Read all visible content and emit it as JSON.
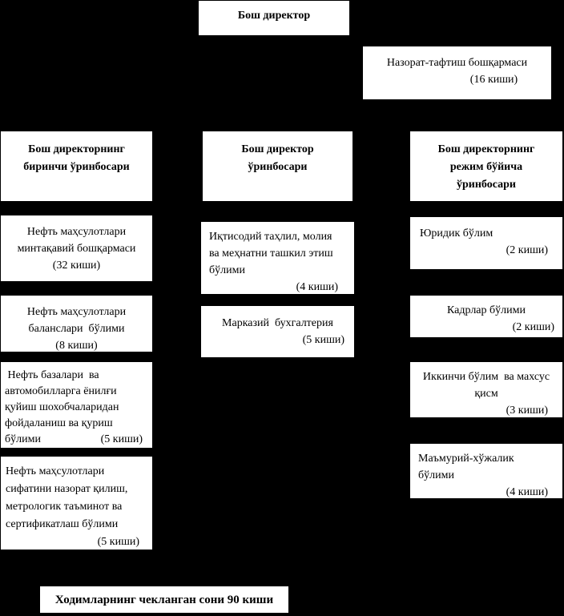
{
  "page": {
    "background": "#000000",
    "box_background": "#ffffff",
    "text_color": "#000000"
  },
  "org": {
    "director": {
      "title": "Бош директор"
    },
    "audit": {
      "name": "Назорат-тафтиш бошқармаси",
      "count": "(16 киши)"
    },
    "deputy_first": {
      "lines": [
        "Бош директорнинг",
        "биринчи ўринбосари"
      ]
    },
    "deputy_general": {
      "lines": [
        "Бош директор",
        "ўринбосари"
      ]
    },
    "deputy_regime": {
      "lines": [
        "Бош директорнинг",
        "режим бўйича",
        "ўринбосари"
      ]
    },
    "left": [
      {
        "lines": [
          "Нефть маҳсулотлари",
          "минтақавий бошқармаси",
          "(32 киши)"
        ]
      },
      {
        "lines": [
          "Нефть маҳсулотлари",
          "баланслари  бўлими",
          "(8 киши)"
        ]
      },
      {
        "lines": [
          " Нефть базалари  ва",
          "автомобилларга ёнилғи",
          "қуйиш шохобчаларидан",
          "фойдаланиш ва қуриш"
        ],
        "tail": "бўлими",
        "count": "(5 киши)"
      },
      {
        "lines": [
          "Нефть маҳсулотлари",
          "сифатини назорат қилиш,",
          "метрологик таъминот ва",
          "сертификатлаш бўлими"
        ],
        "count": "(5 киши)"
      }
    ],
    "middle": [
      {
        "lines": [
          "Иқтисодий таҳлил, молия",
          "ва меҳнатни ташкил этиш",
          "бўлими"
        ],
        "count": "(4 киши)"
      },
      {
        "name": "Марказий  бухгалтерия",
        "count": "(5 киши)"
      }
    ],
    "right": [
      {
        "name": "Юридик бўлим",
        "count": "(2 киши)"
      },
      {
        "name": "Кадрлар бўлими",
        "count": "(2 киши)"
      },
      {
        "lines": [
          "Иккинчи бўлим  ва махсус",
          "қисм"
        ],
        "count": "(3 киши)"
      },
      {
        "lines": [
          "Маъмурий-хўжалик",
          "бўлими"
        ],
        "count": "(4 киши)"
      }
    ],
    "footer": {
      "title": "Ходимларнинг чекланган сони 90 киши"
    }
  }
}
